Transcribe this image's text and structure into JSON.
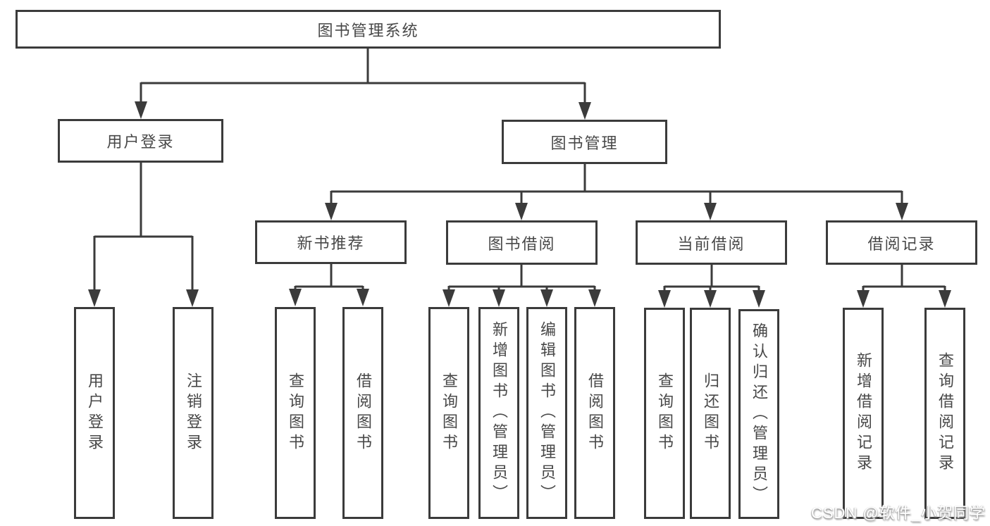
{
  "colors": {
    "line": "#3b3b3b",
    "text": "#484848",
    "background": "#ffffff",
    "watermark_text": "#ffffff"
  },
  "watermark": {
    "text": "CSDN @软件_小贺同学"
  },
  "tree": {
    "root": {
      "label": "图书管理系统",
      "children": [
        {
          "label": "用户登录",
          "children": [
            {
              "label": "用户登录"
            },
            {
              "label": "注销登录"
            }
          ]
        },
        {
          "label": "图书管理",
          "children": [
            {
              "label": "新书推荐",
              "children": [
                {
                  "label": "查询图书"
                },
                {
                  "label": "借阅图书"
                }
              ]
            },
            {
              "label": "图书借阅",
              "children": [
                {
                  "label": "查询图书"
                },
                {
                  "label": "新增图书（管理员）"
                },
                {
                  "label": "编辑图书（管理员）"
                },
                {
                  "label": "借阅图书"
                }
              ]
            },
            {
              "label": "当前借阅",
              "children": [
                {
                  "label": "查询图书"
                },
                {
                  "label": "归还图书"
                },
                {
                  "label": "确认归还（管理员）"
                }
              ]
            },
            {
              "label": "借阅记录",
              "children": [
                {
                  "label": "新增借阅记录"
                },
                {
                  "label": "查询借阅记录"
                }
              ]
            }
          ]
        }
      ]
    }
  }
}
